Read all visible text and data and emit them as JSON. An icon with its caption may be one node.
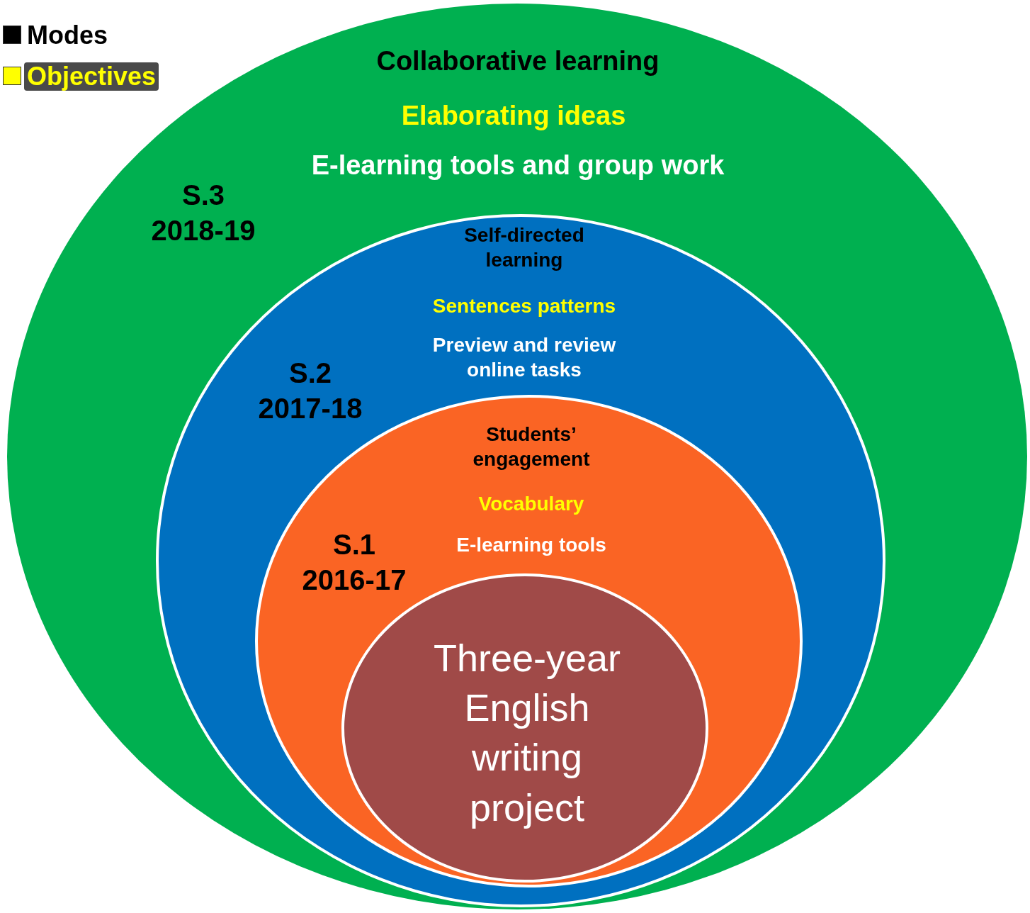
{
  "diagram": {
    "nodes": [
      {
        "text": [
          "Collaborative learning",
          "Elaborating ideas",
          "E-learning tools and group work",
          "S.3 2018-19"
        ]
      },
      {
        "text": [
          "Self-directed learning",
          "Sentences patterns",
          "S.2 2017-18",
          "Preview and review online tasks"
        ],
        "in": 0
      },
      {
        "text": [
          "Students’ engagement",
          "Vocabulary",
          "S.1 2016-17",
          "E-learning tools"
        ],
        "in": 1
      },
      {
        "text": [
          "Three-year English writing project"
        ],
        "in": 2
      }
    ],
    "legend": [
      {
        "text": "Modes",
        "color": "#000000"
      },
      {
        "text": "Objectives",
        "color": "#ffff00"
      }
    ]
  }
}
